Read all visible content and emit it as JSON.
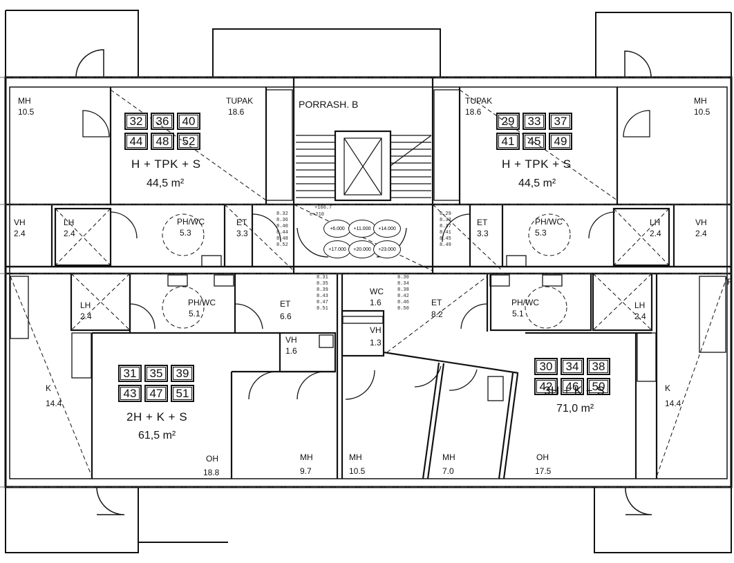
{
  "stair_label": "PORRASH. B",
  "stair_levels": {
    "top": "+166.7",
    "bottom": "e+210"
  },
  "stair_elevations": [
    "+6.000",
    "+11.000",
    "+14.000",
    "+17.000",
    "+20.000",
    "+23.000"
  ],
  "shaft_codes": {
    "left_upper": "8.32\n8.36\n8.40\n8.44\n8.48\n8.52",
    "right_upper": "8.29\n8.33\n8.37\n8.41\n8.45\n8.49",
    "left_lower": "8.31\n8.35\n8.39\n8.43\n8.47\n8.51",
    "right_lower": "8.30\n8.34\n8.38\n8.42\n8.46\n8.50"
  },
  "apartments": [
    {
      "id": "top-left",
      "numbers": [
        "32",
        "36",
        "40",
        "44",
        "48",
        "52"
      ],
      "type": "H + TPK + S",
      "area": "44,5 m²"
    },
    {
      "id": "top-right",
      "numbers": [
        "29",
        "33",
        "37",
        "41",
        "45",
        "49"
      ],
      "type": "H + TPK + S",
      "area": "44,5 m²"
    },
    {
      "id": "bottom-left",
      "numbers": [
        "31",
        "35",
        "39",
        "43",
        "47",
        "51"
      ],
      "type": "2H + K + S",
      "area": "61,5 m²"
    },
    {
      "id": "bottom-right",
      "numbers": [
        "30",
        "34",
        "38",
        "42",
        "46",
        "50"
      ],
      "type": "3H + K + S",
      "area": "71,0 m²"
    }
  ],
  "rooms": {
    "mh_tl": {
      "name": "MH",
      "area": "10.5"
    },
    "tupak_tl": {
      "name": "TUPAK",
      "area": "18.6"
    },
    "tupak_tr": {
      "name": "TUPAK",
      "area": "18.6"
    },
    "mh_tr": {
      "name": "MH",
      "area": "10.5"
    },
    "vh_l": {
      "name": "VH",
      "area": "2.4"
    },
    "lh_l1": {
      "name": "LH",
      "area": "2.4"
    },
    "phwc_tl": {
      "name": "PH/WC",
      "area": "5.3"
    },
    "et_tl": {
      "name": "ET",
      "area": "3.3"
    },
    "et_tr": {
      "name": "ET",
      "area": "3.3"
    },
    "phwc_tr": {
      "name": "PH/WC",
      "area": "5.3"
    },
    "lh_r1": {
      "name": "LH",
      "area": "2.4"
    },
    "vh_r": {
      "name": "VH",
      "area": "2.4"
    },
    "lh_l2": {
      "name": "LH",
      "area": "2.4"
    },
    "phwc_bl": {
      "name": "PH/WC",
      "area": "5.1"
    },
    "et_bl": {
      "name": "ET",
      "area": "6.6"
    },
    "wc_c": {
      "name": "WC",
      "area": "1.6"
    },
    "et_bc": {
      "name": "ET",
      "area": "8.2"
    },
    "phwc_br": {
      "name": "PH/WC",
      "area": "5.1"
    },
    "lh_r2": {
      "name": "LH",
      "area": "2.4"
    },
    "vh_bl": {
      "name": "VH",
      "area": "1.6"
    },
    "vh_bc": {
      "name": "VH",
      "area": "1.3"
    },
    "k_l": {
      "name": "K",
      "area": "14.4"
    },
    "k_r": {
      "name": "K",
      "area": "14.4"
    },
    "oh_bl": {
      "name": "OH",
      "area": "18.8"
    },
    "mh_bl": {
      "name": "MH",
      "area": "9.7"
    },
    "mh_bc": {
      "name": "MH",
      "area": "10.5"
    },
    "mh_bc2": {
      "name": "MH",
      "area": "7.0"
    },
    "oh_br": {
      "name": "OH",
      "area": "17.5"
    }
  },
  "edge_labels": {
    "right_mid": "F"
  }
}
